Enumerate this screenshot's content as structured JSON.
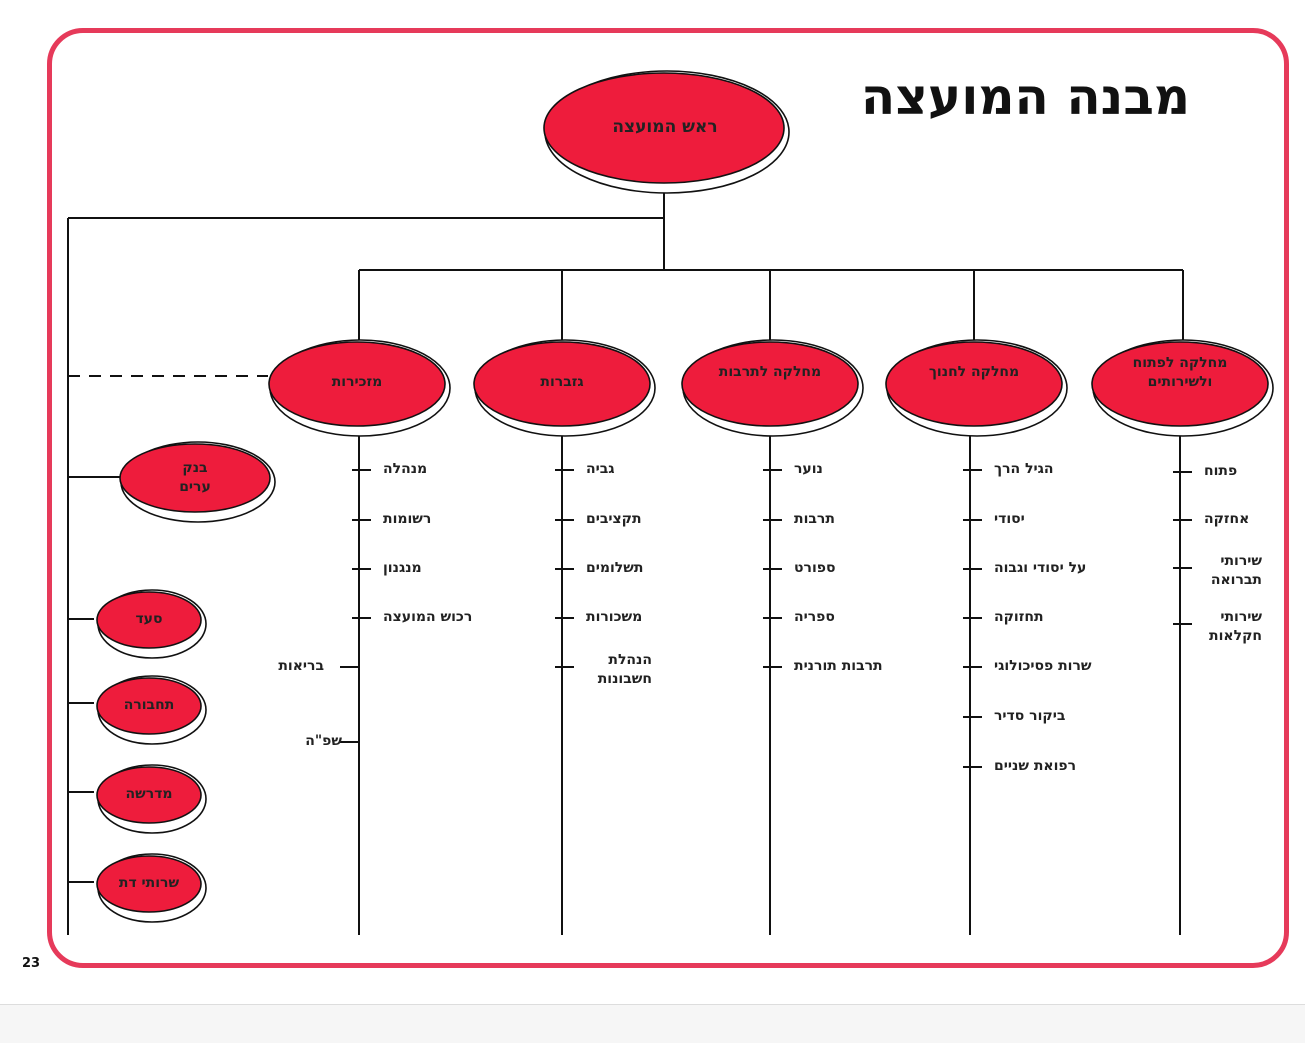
{
  "title": "מבנה המועצה",
  "page_number": "23",
  "colors": {
    "frame": "#e63a5a",
    "oval_fill": "#ee1c3c",
    "line": "#111111"
  },
  "head": "ראש המועצה",
  "departments": [
    {
      "name": "מחלקה לפתוח ולשירותים",
      "items": [
        "פתוח",
        "אחזקה",
        "שירותי תברואה",
        "שירותי חקלאות"
      ]
    },
    {
      "name": "מחלקה לחנוך",
      "items": [
        "הגיל הרך",
        "יסודי",
        "על יסודי וגבוה",
        "תחזוקה",
        "שרות פסיכולוגי",
        "ביקור סדיר",
        "רפואת שניים"
      ]
    },
    {
      "name": "מחלקה לתרבות",
      "items": [
        "נוער",
        "תרבות",
        "ספורט",
        "ספריה",
        "תרבות תורנית"
      ]
    },
    {
      "name": "גזברות",
      "items": [
        "גביה",
        "תקציבים",
        "תשלומים",
        "משכורות",
        "הנהלת חשבונות"
      ]
    },
    {
      "name": "מזכירות",
      "items": [
        "מנהלה",
        "רשומות",
        "מנגנון",
        "רכוש המועצה"
      ]
    }
  ],
  "secretariat_extra": [
    "בריאות",
    "שפ\"ה"
  ],
  "side_units": [
    "בנק ערים",
    "סעד",
    "תחבורה",
    "מדרשה",
    "שרותי דת"
  ]
}
